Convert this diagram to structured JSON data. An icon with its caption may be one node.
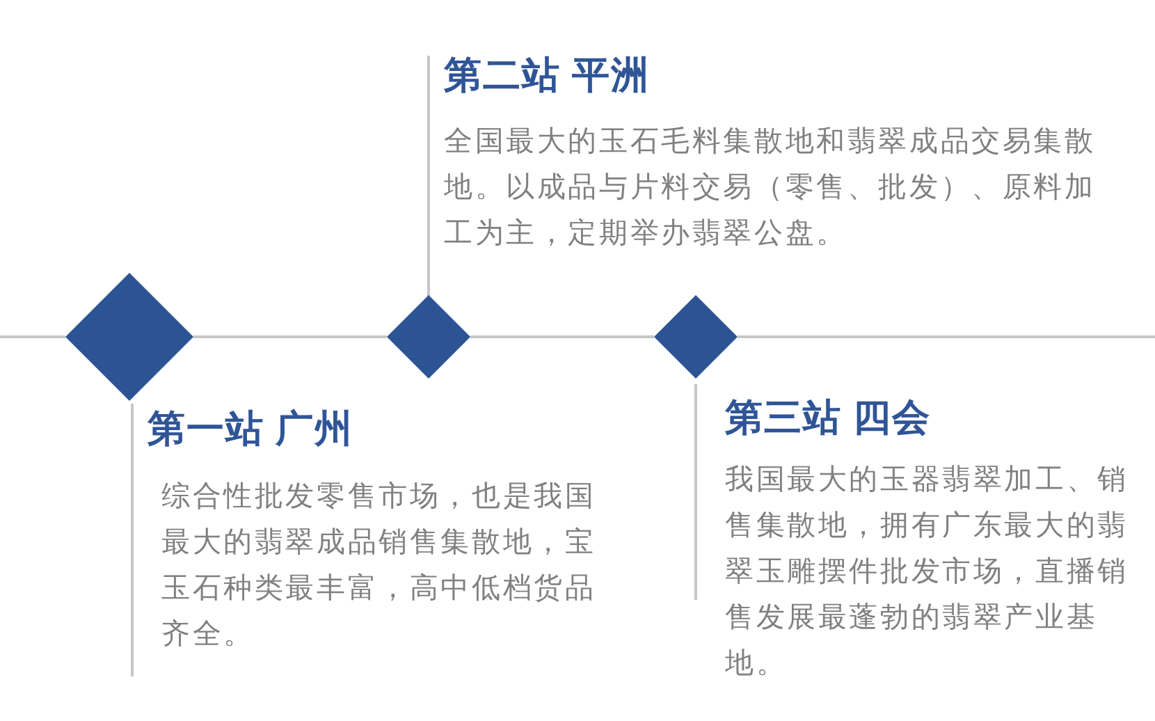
{
  "diagram": {
    "nodes": [
      {
        "text": [],
        "shape": "diamond"
      },
      {
        "text": [],
        "shape": "diamond"
      },
      {
        "text": [],
        "shape": "diamond"
      },
      {
        "text": [
          "第一站 广州",
          "综合性批发零售市场，也是我国最大的翡翠成品销售集散地，宝玉石种类最丰富，高中低档货品齐全。"
        ]
      },
      {
        "text": [
          "第二站 平洲",
          "全国最大的玉石毛料集散地和翡翠成品交易集散地。以成品与片料交易（零售、批发）、原料加工为主，定期举办翡翠公盘。"
        ]
      },
      {
        "text": [
          "第三站 四会",
          "我国最大的玉器翡翠加工、销售集散地，拥有广东最大的翡翠玉雕摆件批发市场，直播销售发展最蓬勃的翡翠产业基地。"
        ]
      }
    ],
    "edges": [
      {
        "from": 0,
        "to": 1,
        "arrow": "none"
      },
      {
        "from": 1,
        "to": 2,
        "arrow": "none"
      }
    ]
  }
}
